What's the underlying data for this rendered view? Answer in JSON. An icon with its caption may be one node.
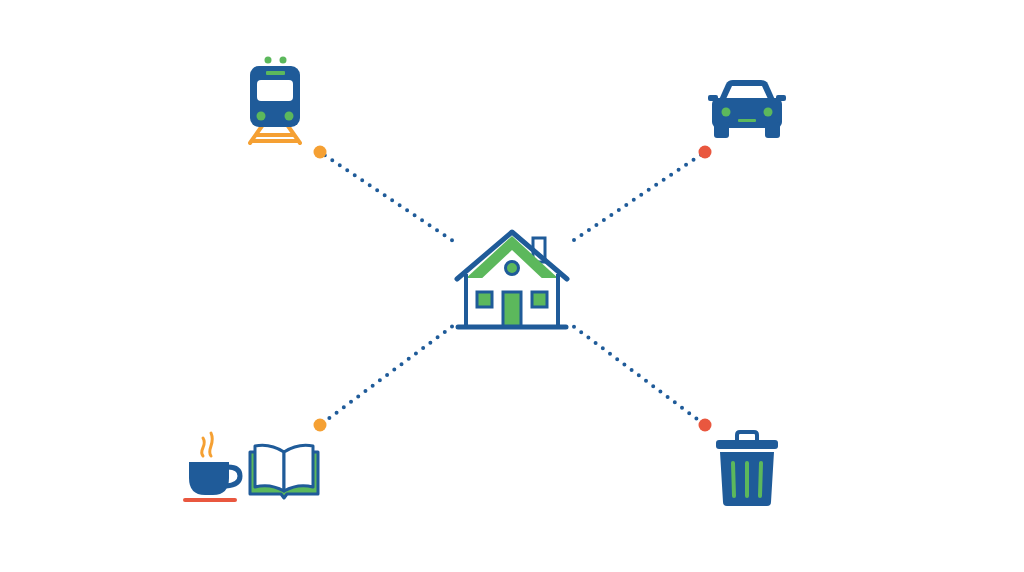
{
  "diagram": {
    "nodes": [
      {
        "text": [],
        "shape": "picture"
      },
      {
        "text": [],
        "shape": "picture"
      },
      {
        "text": [],
        "shape": "picture"
      },
      {
        "text": [],
        "shape": "picture"
      },
      {
        "text": [],
        "shape": "picture"
      }
    ],
    "edges": [
      {
        "from": 2,
        "to": 0,
        "arrow": "other",
        "style": "dashed"
      },
      {
        "from": 2,
        "to": 1,
        "arrow": "other",
        "style": "dashed"
      },
      {
        "from": 2,
        "to": 3,
        "arrow": "other",
        "style": "dashed"
      },
      {
        "from": 2,
        "to": 4,
        "arrow": "other",
        "style": "dashed"
      }
    ]
  }
}
